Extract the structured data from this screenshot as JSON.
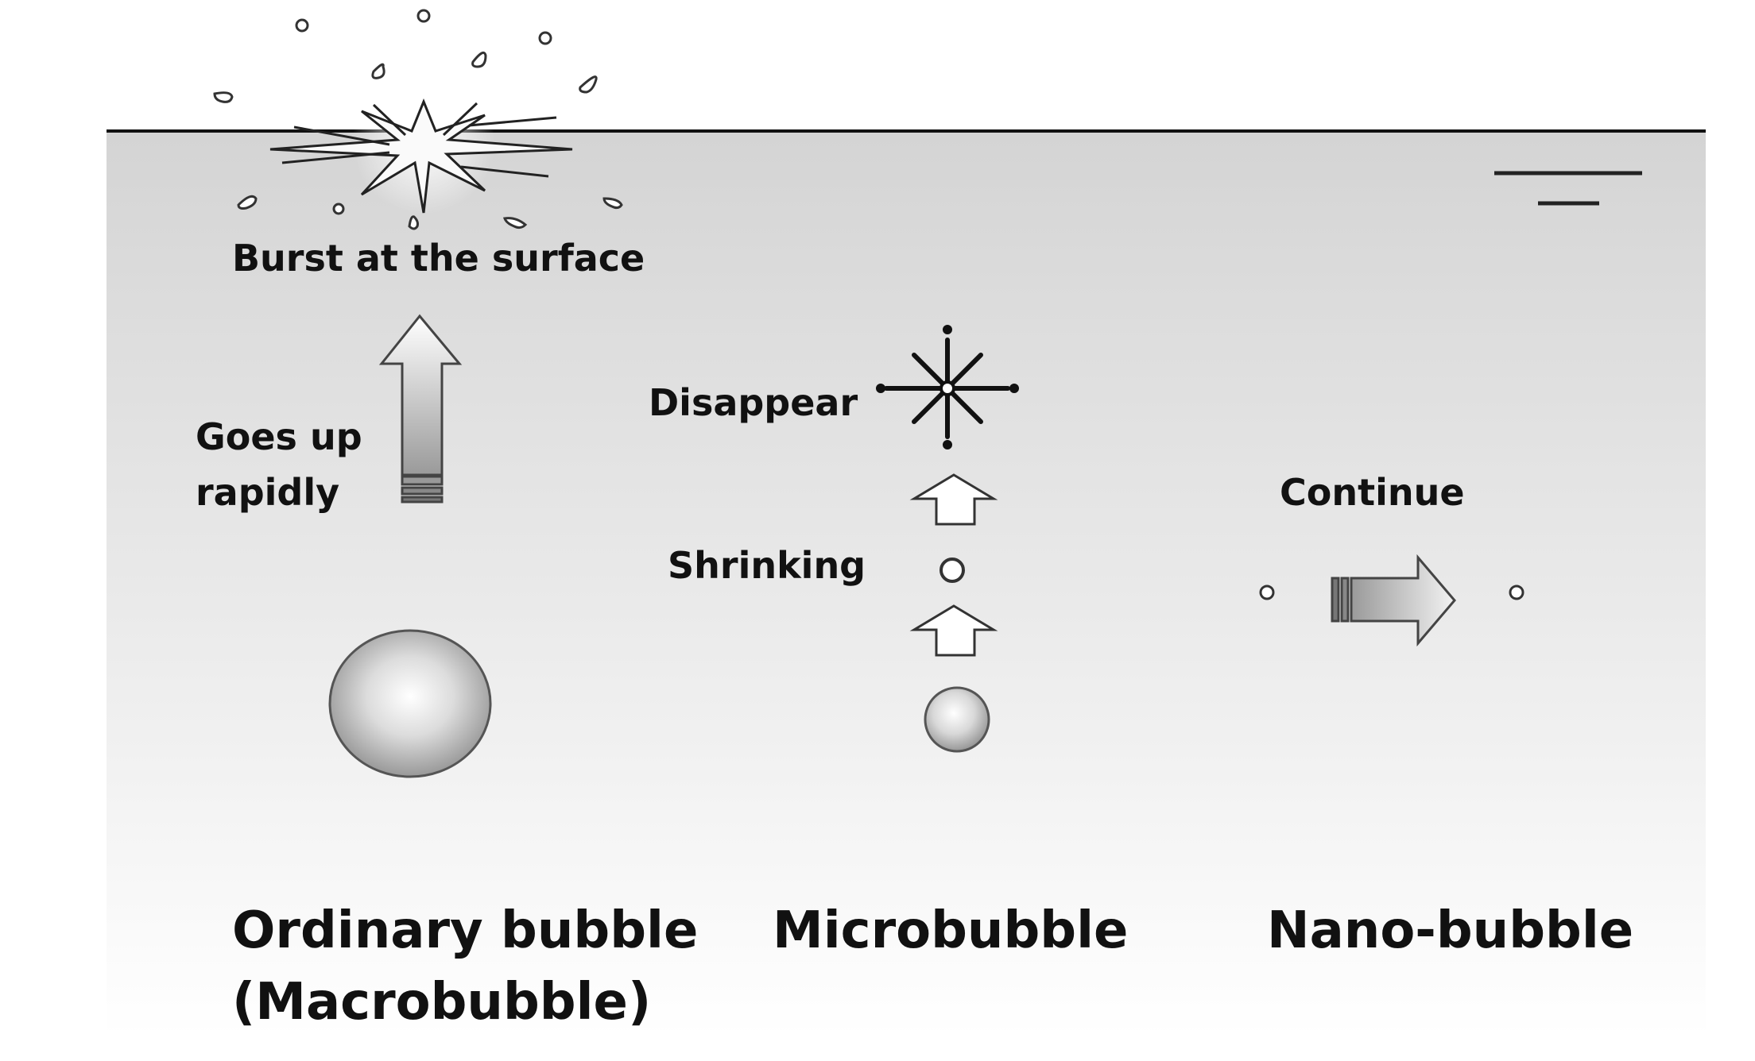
{
  "labels": {
    "burst": "Burst at the surface",
    "goes_up_line1": "Goes up",
    "goes_up_line2": "rapidly",
    "disappear": "Disappear",
    "shrinking": "Shrinking",
    "continue": "Continue",
    "ordinary_line1": "Ordinary bubble",
    "ordinary_line2": "(Macrobubble)",
    "micro": "Microbubble",
    "nano": "Nano-bubble"
  },
  "colors": {
    "water_top": "#d6d6d6",
    "water_bottom": "#ffffff",
    "line": "#111111",
    "text": "#111111"
  },
  "icons": {
    "burst": "starburst-icon",
    "disappear": "sparkle-icon",
    "rise_arrow": "up-arrow-icon",
    "continue_arrow": "right-arrow-icon"
  }
}
